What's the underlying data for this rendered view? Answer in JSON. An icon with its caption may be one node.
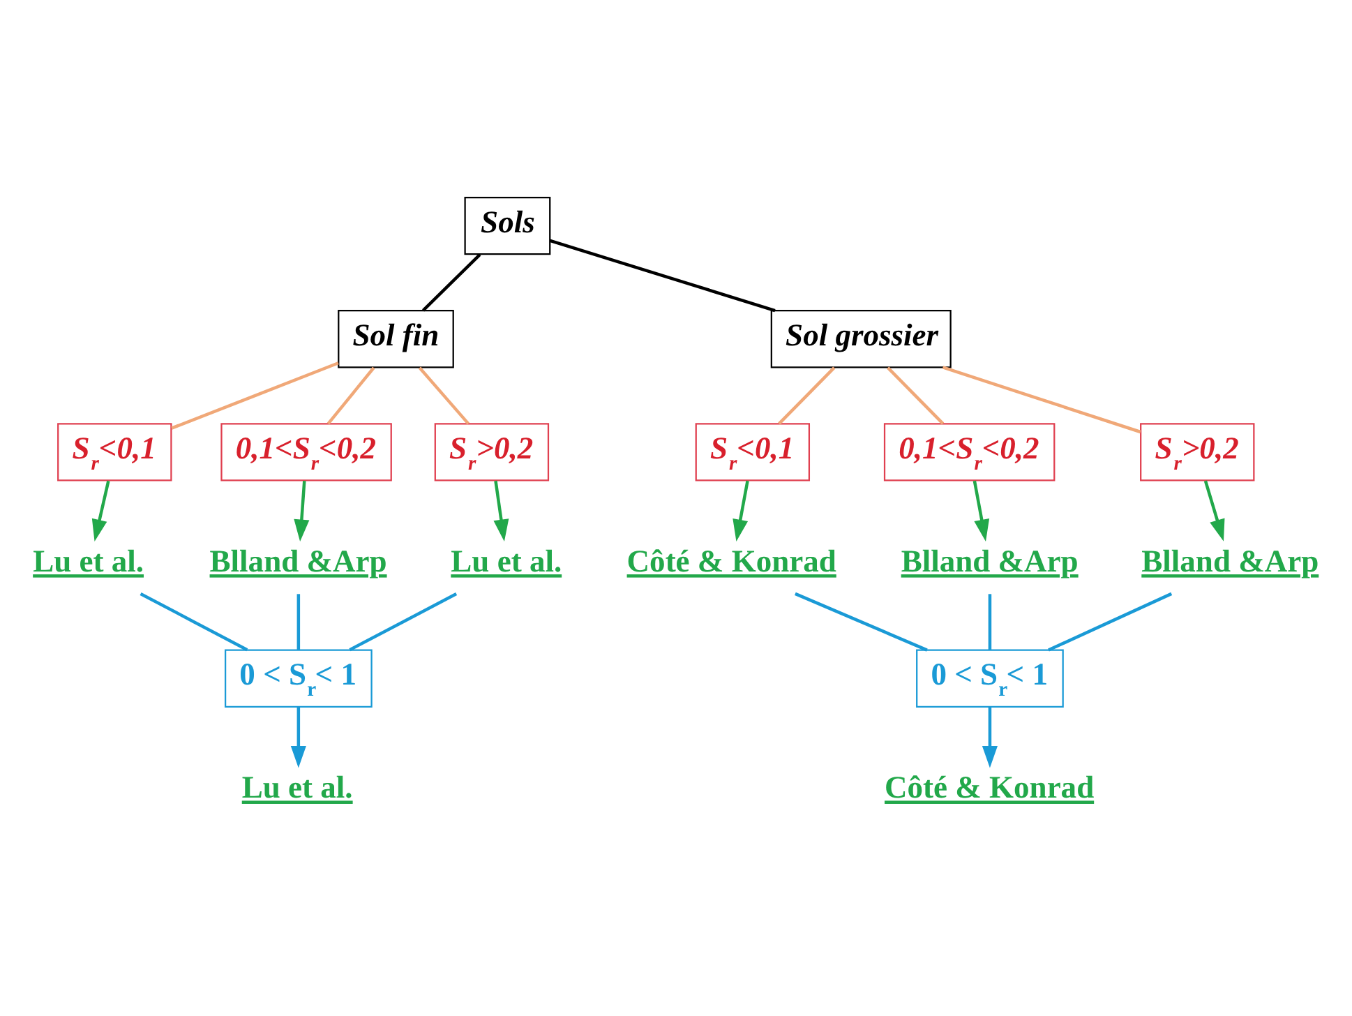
{
  "diagram": {
    "nodes": [
      {
        "text": [
          "Sols"
        ]
      },
      {
        "text": [
          "Sol fin"
        ]
      },
      {
        "text": [
          "Sol grossier"
        ]
      },
      {
        "text": [
          "S$_{r}$<0,1"
        ]
      },
      {
        "text": [
          "0,1<S$_{r}$<0,2"
        ]
      },
      {
        "text": [
          "S$_{r}$>0,2"
        ]
      },
      {
        "text": [
          "S$_{r}$<0,1"
        ]
      },
      {
        "text": [
          "0,1<S$_{r}$<0,2"
        ]
      },
      {
        "text": [
          "S$_{r}$>0,2"
        ]
      },
      {
        "text": [
          "Lu et al."
        ]
      },
      {
        "text": [
          "Blland &Arp"
        ]
      },
      {
        "text": [
          "Lu et al."
        ]
      },
      {
        "text": [
          "Côté & Konrad"
        ]
      },
      {
        "text": [
          "Blland &Arp"
        ]
      },
      {
        "text": [
          "Blland &Arp"
        ]
      },
      {
        "text": [
          "0 < S$_{r}$< 1"
        ]
      },
      {
        "text": [
          "Lu et al."
        ]
      },
      {
        "text": [
          "0 < S$_{r}$< 1"
        ]
      },
      {
        "text": [
          "Côté & Konrad"
        ]
      }
    ],
    "edges": [
      {
        "from": 0,
        "to": 1,
        "arrow": "none",
        "color": "#000000"
      },
      {
        "from": 0,
        "to": 2,
        "arrow": "none",
        "color": "#000000"
      },
      {
        "from": 1,
        "to": 3,
        "arrow": "none",
        "color": "#f0a878"
      },
      {
        "from": 1,
        "to": 4,
        "arrow": "none",
        "color": "#f0a878"
      },
      {
        "from": 1,
        "to": 5,
        "arrow": "none",
        "color": "#f0a878"
      },
      {
        "from": 2,
        "to": 6,
        "arrow": "none",
        "color": "#f0a878"
      },
      {
        "from": 2,
        "to": 7,
        "arrow": "none",
        "color": "#f0a878"
      },
      {
        "from": 2,
        "to": 8,
        "arrow": "none",
        "color": "#f0a878"
      },
      {
        "from": 3,
        "to": 9,
        "arrow": "to",
        "color": "#22a84a"
      },
      {
        "from": 4,
        "to": 10,
        "arrow": "to",
        "color": "#22a84a"
      },
      {
        "from": 5,
        "to": 11,
        "arrow": "to",
        "color": "#22a84a"
      },
      {
        "from": 6,
        "to": 12,
        "arrow": "to",
        "color": "#22a84a"
      },
      {
        "from": 7,
        "to": 13,
        "arrow": "to",
        "color": "#22a84a"
      },
      {
        "from": 8,
        "to": 14,
        "arrow": "to",
        "color": "#22a84a"
      },
      {
        "from": 9,
        "to": 15,
        "arrow": "none",
        "color": "#1a9ad6"
      },
      {
        "from": 10,
        "to": 15,
        "arrow": "none",
        "color": "#1a9ad6"
      },
      {
        "from": 11,
        "to": 15,
        "arrow": "none",
        "color": "#1a9ad6"
      },
      {
        "from": 12,
        "to": 17,
        "arrow": "none",
        "color": "#1a9ad6"
      },
      {
        "from": 13,
        "to": 17,
        "arrow": "none",
        "color": "#1a9ad6"
      },
      {
        "from": 14,
        "to": 17,
        "arrow": "none",
        "color": "#1a9ad6"
      },
      {
        "from": 15,
        "to": 16,
        "arrow": "to",
        "color": "#1a9ad6"
      },
      {
        "from": 17,
        "to": 18,
        "arrow": "to",
        "color": "#1a9ad6"
      }
    ]
  }
}
